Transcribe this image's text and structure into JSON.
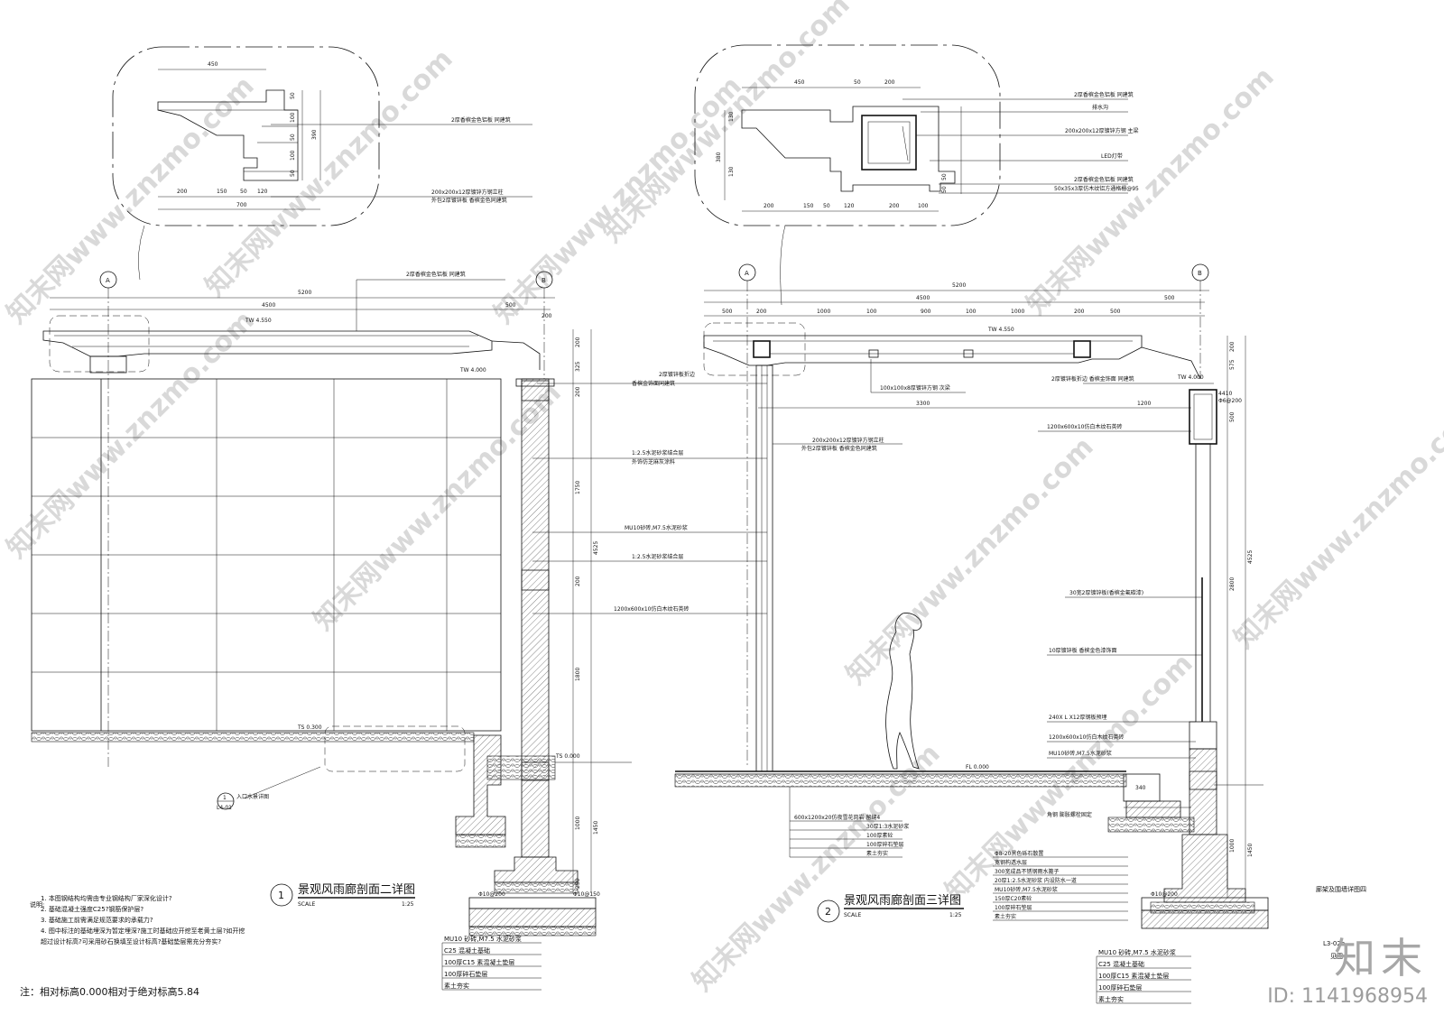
{
  "watermark": {
    "text": "知末网www.znzmo.com"
  },
  "badge": {
    "logo": "知末",
    "id": "ID: 1141968954"
  },
  "note_bottom": "注：相对标高0.000相对于绝对标高5.84",
  "notes": {
    "title": "说明:",
    "lines": [
      "1. 本图钢结构均需由专业钢结构厂家深化设计?",
      "2. 基础混凝土强度C25?钢筋保护层?",
      "3. 基础施工前需满足规范要求的承载力?",
      "4. 图中标注的基础埋深为暂定埋深?施工时基础应开挖至老黄土层?如开挖",
      "   超过设计标高?可采用砂石换填至设计标高?基础垫层需充分夯实?"
    ]
  },
  "drawing1": {
    "title": "景观风雨廊剖面二详图",
    "scale_label": "SCALE",
    "scale": "1:25",
    "number": "1",
    "ref_num": "1",
    "ref_sheet": "L4-01",
    "ref_text": "入口水景详图",
    "axis_a": "A",
    "axis_b": "B",
    "dims_top": [
      "5200",
      "4500",
      "500",
      "200"
    ],
    "dims_right": [
      "200",
      "325",
      "200",
      "1750",
      "200",
      "1800",
      "4525",
      "1000",
      "1450",
      "250"
    ],
    "levels": [
      "TW 4.550",
      "TW 4.000",
      "TS 0.300",
      "TS 0.000"
    ],
    "labels": [
      "2厚香槟金色铝板 同建筑",
      "2厚镀锌板折边",
      "香槟金饰面同建筑",
      "1:2.5水泥砂浆结合层",
      "外饰仿芝麻灰涂料",
      "MU10砂砖,M7.5水泥砂浆",
      "1:2.5水泥砂浆结合层",
      "1200x600x10仿白木纹石英砖"
    ],
    "foundation": [
      "MU10 砂砖,M7.5 水泥砂浆",
      "C25 混凝土基础",
      "100厚C15 素混凝土垫层",
      "100厚碎石垫层",
      "素土夯实"
    ],
    "bar_label": "Φ10@200",
    "bar_label2": "Φ10@150"
  },
  "drawing2": {
    "title": "景观风雨廊剖面三详图",
    "scale_label": "SCALE",
    "scale": "1:25",
    "number": "2",
    "axis_a": "A",
    "axis_b": "B",
    "dims_top": [
      "5200",
      "4500",
      "500",
      "500",
      "200",
      "1000",
      "100",
      "900",
      "100",
      "1000",
      "200",
      "500"
    ],
    "dims_right": [
      "200",
      "575",
      "500",
      "2800",
      "4525",
      "1000",
      "1450"
    ],
    "levels": [
      "TW 4.550",
      "TW 4.000",
      "FL 0.000"
    ],
    "labels": [
      "2厚镀锌板折边 香槟金饰面 同建筑",
      "100x100x8厚镀锌方钢 次梁",
      "3300",
      "1200",
      "200x200x12厚镀锌方钢立柱",
      "外包2厚镀锌板 香槟金色同建筑",
      "1200x600x10仿白木纹石英砖",
      "30宽2厚镀锌板(香槟金氟碳漆)",
      "10厚镀锌板 香槟金色漆饰面",
      "240X L X12厚钢板预埋",
      "1200x600x10仿白木纹石英砖",
      "MU10砂砖,M7.5水泥砂浆",
      "角钢 膨胀螺栓固定"
    ],
    "floor_layers": [
      "600x1200x20仿夜雪花岗岩 留缝4",
      "30厚1:3水泥砂浆",
      "100厚素砼",
      "100厚碎石垫层",
      "素土夯实"
    ],
    "drain_layers": [
      "Φ8-20黑色砾石散置",
      "宽钢构透水层",
      "300宽成品不锈钢雨水篦子",
      "20厚1:2.5水泥砂浆 内设防水一道",
      "MU10砂砖,M7.5水泥砂浆",
      "150厚C20素砼",
      "100厚碎石垫层",
      "素土夯实"
    ],
    "foundation": [
      "MU10 砂砖,M7.5 水泥砂浆",
      "C25 混凝土基础",
      "100厚C15 素混凝土垫层",
      "100厚碎石垫层",
      "素土夯实"
    ],
    "dims_drain": "340",
    "small_dims": [
      "4410",
      "Φ6@200"
    ],
    "bar_label": "Φ10@200"
  },
  "detail1": {
    "dims_top": [
      "450"
    ],
    "dims_bottom": [
      "200",
      "150",
      "50",
      "120",
      "700"
    ],
    "dims_side": [
      "50",
      "100",
      "50",
      "100",
      "50",
      "390"
    ],
    "labels": [
      "2厚香槟金色铝板 同建筑",
      "200x200x12厚镀锌方钢立柱",
      "外包2厚镀锌板 香槟金色同建筑"
    ]
  },
  "detail2": {
    "dims_top": [
      "450",
      "50",
      "200"
    ],
    "dims_bottom": [
      "200",
      "150",
      "50",
      "120",
      "200",
      "100"
    ],
    "dims_side": [
      "130",
      "380",
      "130",
      "50",
      "50"
    ],
    "labels": [
      "2厚香槟金色铝板 同建筑",
      "排水沟",
      "200x200x12厚镀锌方钢 主梁",
      "LED灯带",
      "2厚香槟金色铝板 同建筑",
      "50x35x3厚仿木纹铝方通格栅@95"
    ]
  },
  "side_title": "廊架及围墙详图四",
  "side_ref": "L3-02b",
  "side_ref_note": "见图"
}
